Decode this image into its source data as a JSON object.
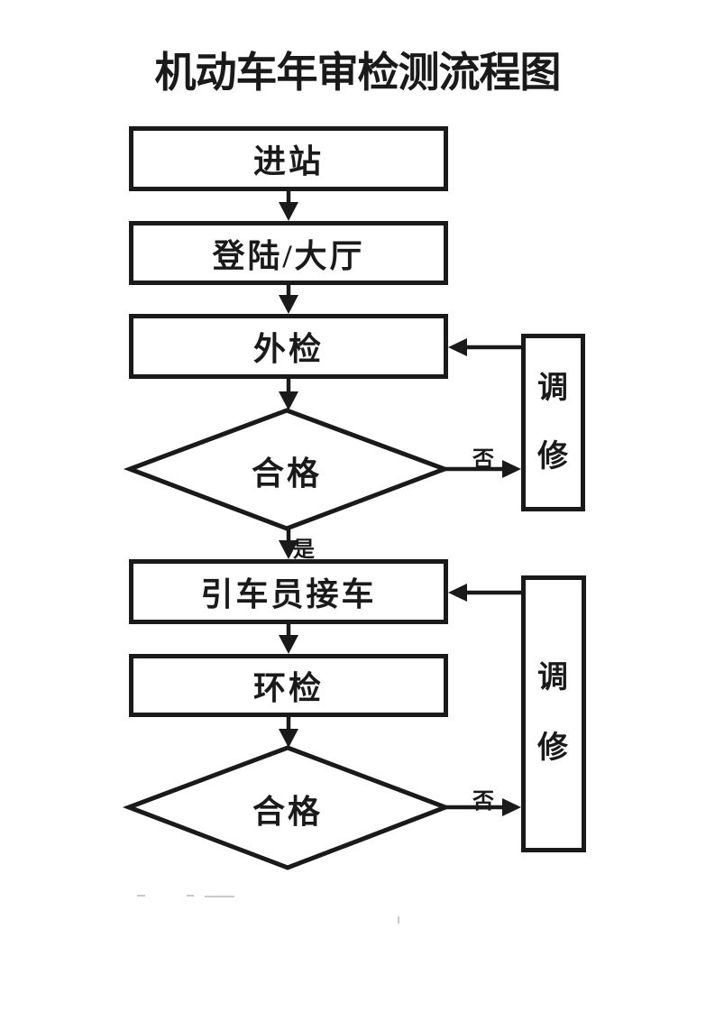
{
  "title": "机动车年审检测流程图",
  "flowchart": {
    "nodes": {
      "enter_station": "进站",
      "login_hall": "登陆/大厅",
      "external_inspection": "外检",
      "qualified_1": "合格",
      "driver_pickup": "引车员接车",
      "env_inspection": "环检",
      "qualified_2": "合格",
      "repair_1": "调修",
      "repair_2": "调修"
    },
    "edge_labels": {
      "yes": "是",
      "no_1": "否",
      "no_2": "否"
    },
    "colors": {
      "line": "#1a1a1a",
      "background": "#ffffff"
    }
  }
}
